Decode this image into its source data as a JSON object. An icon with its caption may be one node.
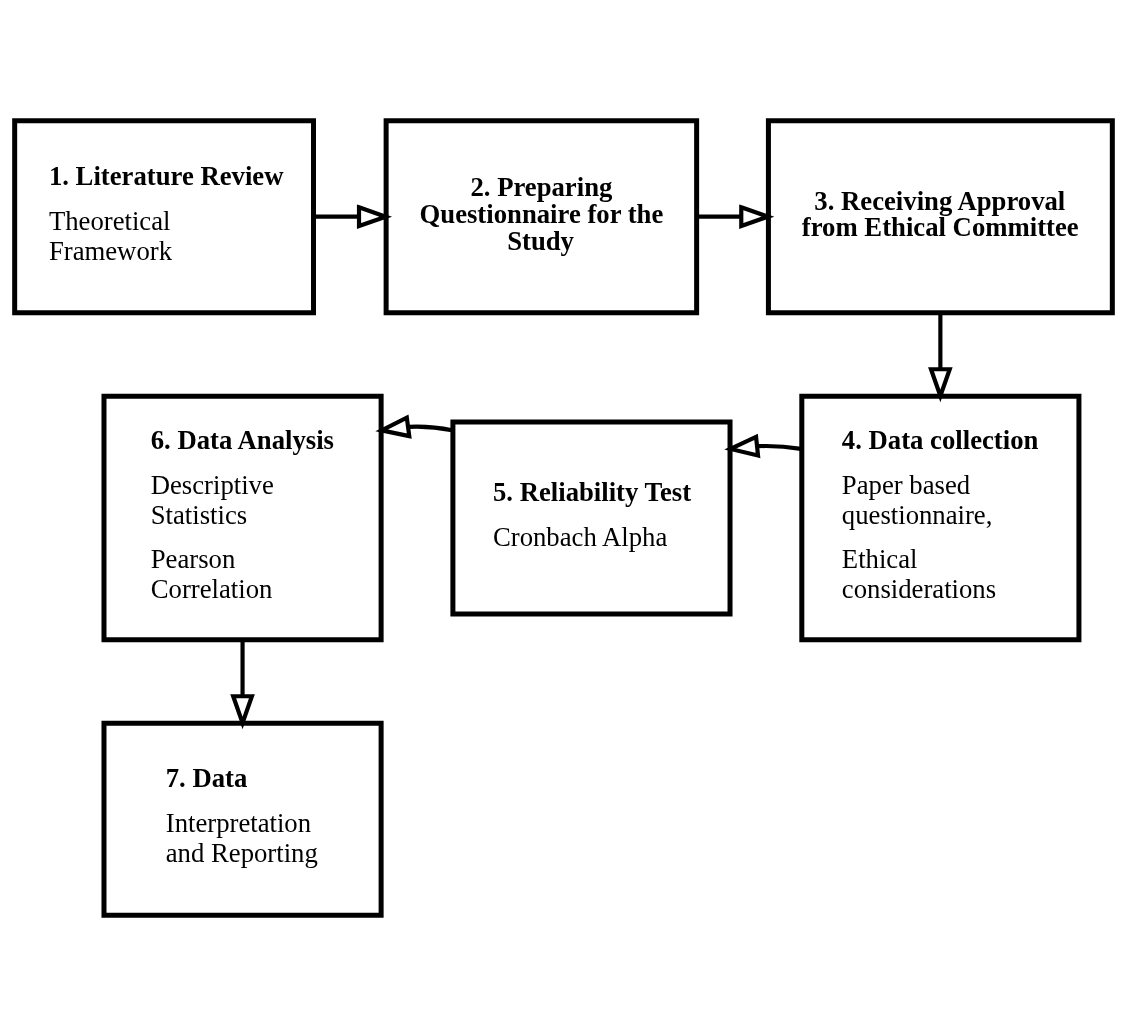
{
  "diagram": {
    "nodes": [
      {
        "text": [
          "1. Literature Review",
          "Theoretical Framework"
        ]
      },
      {
        "text": [
          "2. Preparing Questionnaire for the Study"
        ]
      },
      {
        "text": [
          "3. Receiving Approval from Ethical Committee"
        ]
      },
      {
        "text": [
          "4. Data collection",
          "Paper based questionnaire,",
          "Ethical considerations"
        ]
      },
      {
        "text": [
          "5. Reliability Test",
          "Cronbach Alpha"
        ]
      },
      {
        "text": [
          "6. Data Analysis",
          "Descriptive Statistics",
          "Pearson Correlation"
        ]
      },
      {
        "text": [
          "7. Data",
          "Interpretation and Reporting"
        ]
      }
    ],
    "edges": [
      {
        "from": 0,
        "to": 1,
        "arrow": "to"
      },
      {
        "from": 1,
        "to": 2,
        "arrow": "to"
      },
      {
        "from": 2,
        "to": 3,
        "arrow": "to"
      },
      {
        "from": 3,
        "to": 4,
        "arrow": "to"
      },
      {
        "from": 4,
        "to": 5,
        "arrow": "to"
      },
      {
        "from": 5,
        "to": 6,
        "arrow": "to"
      }
    ]
  }
}
